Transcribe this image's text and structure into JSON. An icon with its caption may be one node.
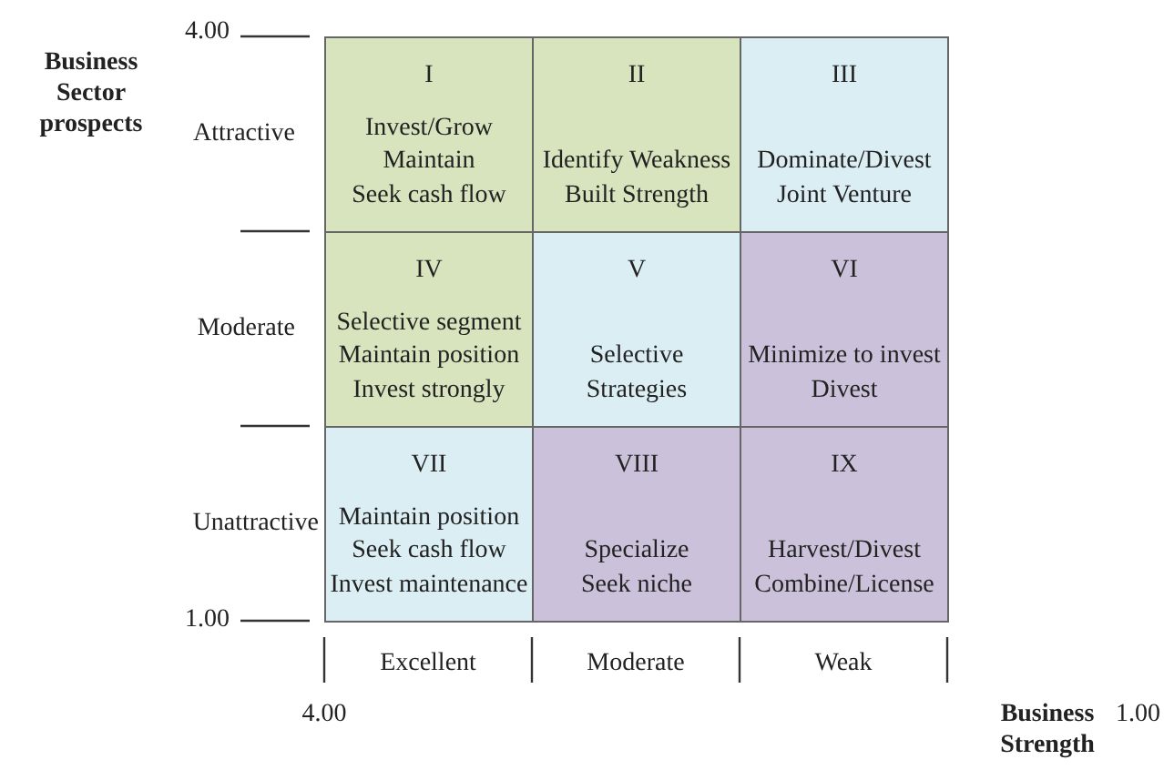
{
  "diagram": {
    "nodes": [
      {
        "text": [
          "I",
          "Invest/Grow",
          "Maintain",
          "Seek cash flow"
        ]
      },
      {
        "text": [
          "II",
          "Identify Weakness",
          "Built Strength"
        ]
      },
      {
        "text": [
          "III",
          "Dominate/Divest",
          "Joint Venture"
        ]
      },
      {
        "text": [
          "IV",
          "Selective segment",
          "Maintain position",
          "Invest strongly"
        ]
      },
      {
        "text": [
          "V",
          "Selective",
          "Strategies"
        ]
      },
      {
        "text": [
          "VI",
          "Minimize to invest",
          "Divest"
        ]
      },
      {
        "text": [
          "VII",
          "Maintain position",
          "Seek cash flow",
          "Invest maintenance"
        ]
      },
      {
        "text": [
          "VIII",
          "Specialize",
          "Seek niche"
        ]
      },
      {
        "text": [
          "IX",
          "Harvest/Divest",
          "Combine/License"
        ]
      }
    ],
    "edges": [],
    "labels": [
      "4.00",
      "Business Sector prospects",
      "Attractive",
      "Moderate",
      "Unattractive",
      "1.00",
      "Excellent",
      "Moderate",
      "Weak",
      "4.00",
      "Business Strength",
      "1.00"
    ]
  }
}
